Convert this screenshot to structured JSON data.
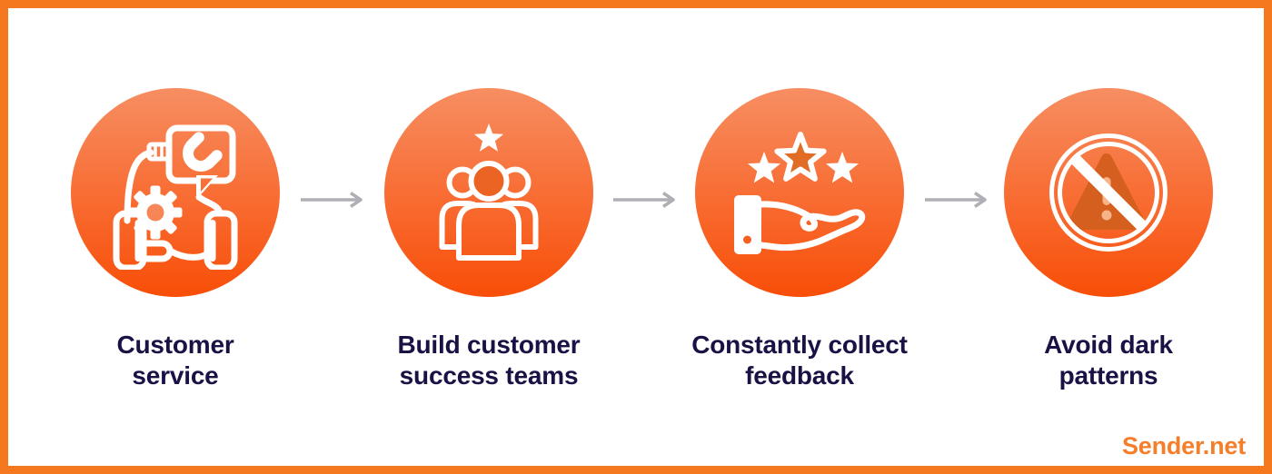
{
  "steps": [
    {
      "icon": "customer-service-icon",
      "label_line1": "Customer",
      "label_line2": "service"
    },
    {
      "icon": "customer-success-team-icon",
      "label_line1": "Build customer",
      "label_line2": "success teams"
    },
    {
      "icon": "collect-feedback-icon",
      "label_line1": "Constantly collect",
      "label_line2": "feedback"
    },
    {
      "icon": "avoid-dark-patterns-icon",
      "label_line1": "Avoid dark",
      "label_line2": "patterns"
    }
  ],
  "branding": {
    "logo": "Sender.net"
  },
  "colors": {
    "frame_border": "#F5771E",
    "circle_gradient_top": "#F78E62",
    "circle_gradient_bottom": "#F84E08",
    "icon_stroke": "#FFFFFF",
    "arrow": "#AFAFB6",
    "label_text": "#1A1245",
    "logo_text": "#F57E2B",
    "warning_triangle": "#D55F1E",
    "warning_exclamation": "#F6B488",
    "accent_fill_dark": "#EC6423"
  }
}
